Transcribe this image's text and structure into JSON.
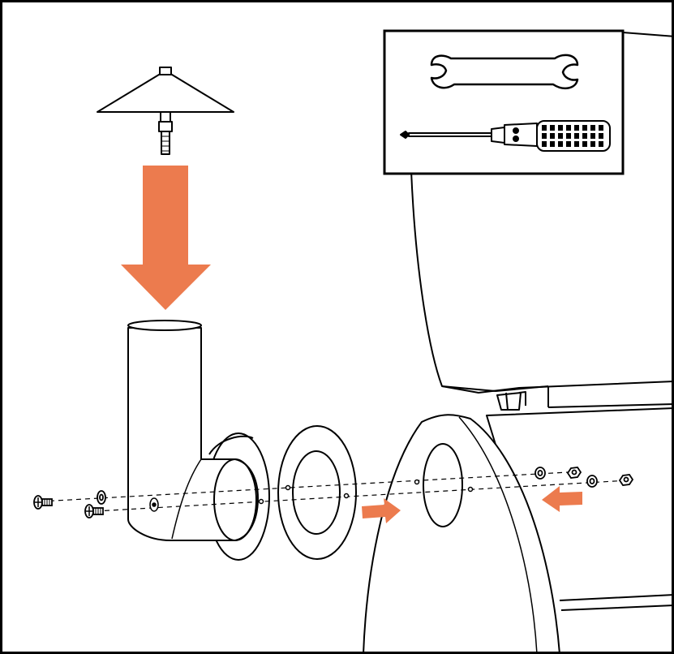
{
  "diagram": {
    "colors": {
      "stroke": "#000000",
      "fill": "#ffffff",
      "accent": "#ec7b4e",
      "shade": "#e6e6e6"
    },
    "tools_inset": {
      "tools": [
        "wrench-icon",
        "phillips-screwdriver-icon"
      ]
    },
    "parts": [
      "smokestack-cap",
      "smokestack-pipe",
      "elbow-flange",
      "gasket",
      "firebox-body",
      "firebox-lid",
      "hex-bolts",
      "washers",
      "nuts"
    ],
    "arrows": [
      {
        "name": "down-arrow-icon",
        "direction": "down"
      },
      {
        "name": "right-arrow-icon",
        "direction": "right"
      },
      {
        "name": "left-arrow-icon",
        "direction": "left"
      }
    ]
  }
}
